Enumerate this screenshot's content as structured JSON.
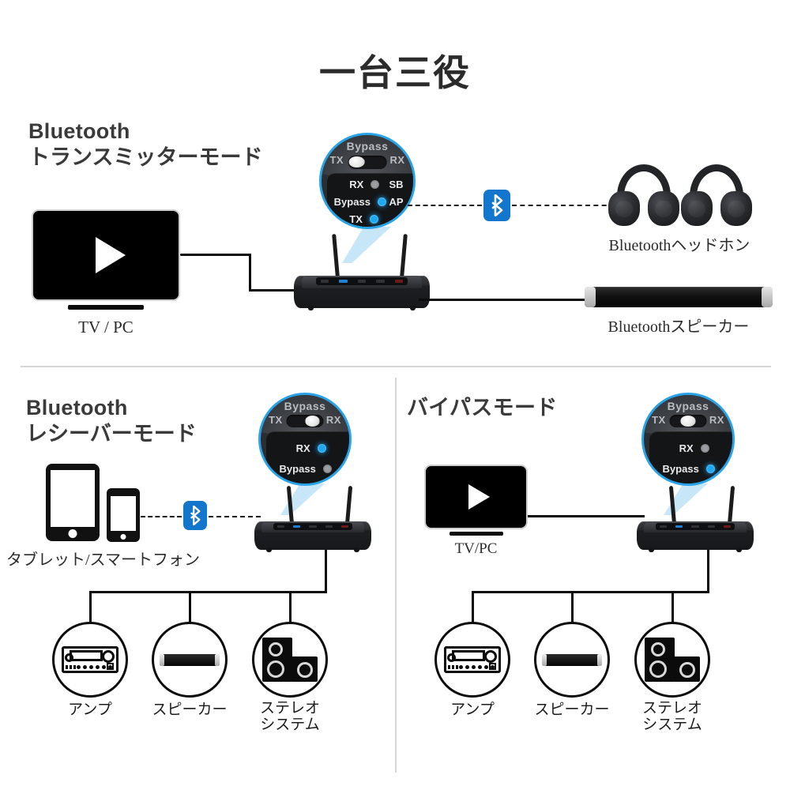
{
  "title": "一台三役",
  "accent_color": "#29a3e8",
  "bluetooth_blue": "#1277cc",
  "led_on_color": "#1fa8f2",
  "led_off_color": "#9b9ea2",
  "sections": {
    "transmitter": {
      "heading_line1": "Bluetooth",
      "heading_line2": "トランスミッターモード",
      "source_label": "TV / PC",
      "magnifier": {
        "switch_labels": {
          "left": "TX",
          "center": "Bypass",
          "right": "RX"
        },
        "switch_position": "TX",
        "leds": [
          {
            "label": "RX",
            "state": "off"
          },
          {
            "label": "Bypass",
            "state": "on"
          },
          {
            "label": "TX",
            "state": "on"
          }
        ],
        "leds_right": [
          {
            "label": "SB",
            "state": "off"
          },
          {
            "label": "AP",
            "state": "off"
          }
        ]
      },
      "outputs": [
        {
          "label": "Bluetoothヘッドホン",
          "icon": "headphones-icon"
        },
        {
          "label": "Bluetoothスピーカー",
          "icon": "soundbar-icon"
        }
      ],
      "bluetooth_icon": "bluetooth-icon"
    },
    "receiver": {
      "heading_line1": "Bluetooth",
      "heading_line2": "レシーバーモード",
      "source_label": "タブレット/スマートフォン",
      "bluetooth_icon": "bluetooth-icon",
      "magnifier": {
        "switch_labels": {
          "left": "TX",
          "center": "Bypass",
          "right": "RX"
        },
        "switch_position": "RX",
        "leds": [
          {
            "label": "RX",
            "state": "on"
          },
          {
            "label": "Bypass",
            "state": "off"
          }
        ]
      },
      "outputs": [
        {
          "label": "アンプ",
          "icon": "amplifier-icon"
        },
        {
          "label": "スピーカー",
          "icon": "soundbar-icon"
        },
        {
          "label_line1": "ステレオ",
          "label_line2": "システム",
          "icon": "stereo-system-icon"
        }
      ]
    },
    "bypass": {
      "heading_line1": "バイパスモード",
      "source_label": "TV/PC",
      "magnifier": {
        "switch_labels": {
          "left": "TX",
          "center": "Bypass",
          "right": "RX"
        },
        "switch_position": "Bypass",
        "leds": [
          {
            "label": "RX",
            "state": "off"
          },
          {
            "label": "Bypass",
            "state": "on"
          }
        ]
      },
      "outputs": [
        {
          "label": "アンプ",
          "icon": "amplifier-icon"
        },
        {
          "label": "スピーカー",
          "icon": "soundbar-icon"
        },
        {
          "label_line1": "ステレオ",
          "label_line2": "システム",
          "icon": "stereo-system-icon"
        }
      ]
    }
  }
}
